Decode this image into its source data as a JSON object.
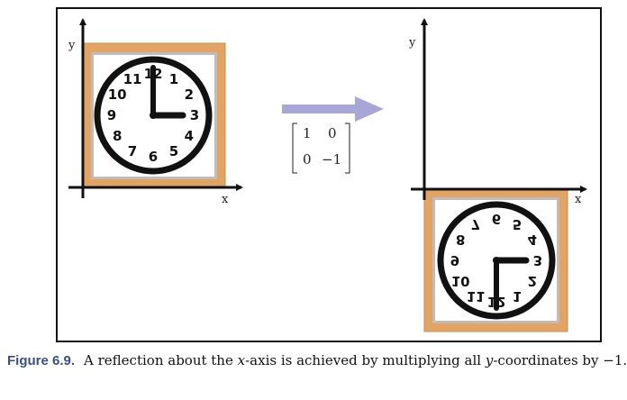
{
  "diagram": {
    "left_axes": {
      "x_label": "x",
      "y_label": "y"
    },
    "right_axes": {
      "x_label": "x",
      "y_label": "y"
    },
    "matrix": {
      "rows": [
        [
          "1",
          "0"
        ],
        [
          "0",
          "−1"
        ]
      ]
    },
    "clock_numbers": [
      "1",
      "2",
      "3",
      "4",
      "5",
      "6",
      "7",
      "8",
      "9",
      "10",
      "11",
      "12"
    ],
    "colors": {
      "frame": "#e3a463",
      "inner_border": "#bdbdbd",
      "arrow": "#a7a6d6",
      "caption_label": "#3a4f8c"
    },
    "icons": {
      "transform_arrow": "right-arrow-icon",
      "clock": "clock-icon"
    }
  },
  "caption": {
    "label": "Figure 6.9.",
    "text_parts": [
      "A reflection about the ",
      "x",
      "-axis is achieved by multiplying all ",
      "y",
      "-coordinates by −1."
    ]
  }
}
